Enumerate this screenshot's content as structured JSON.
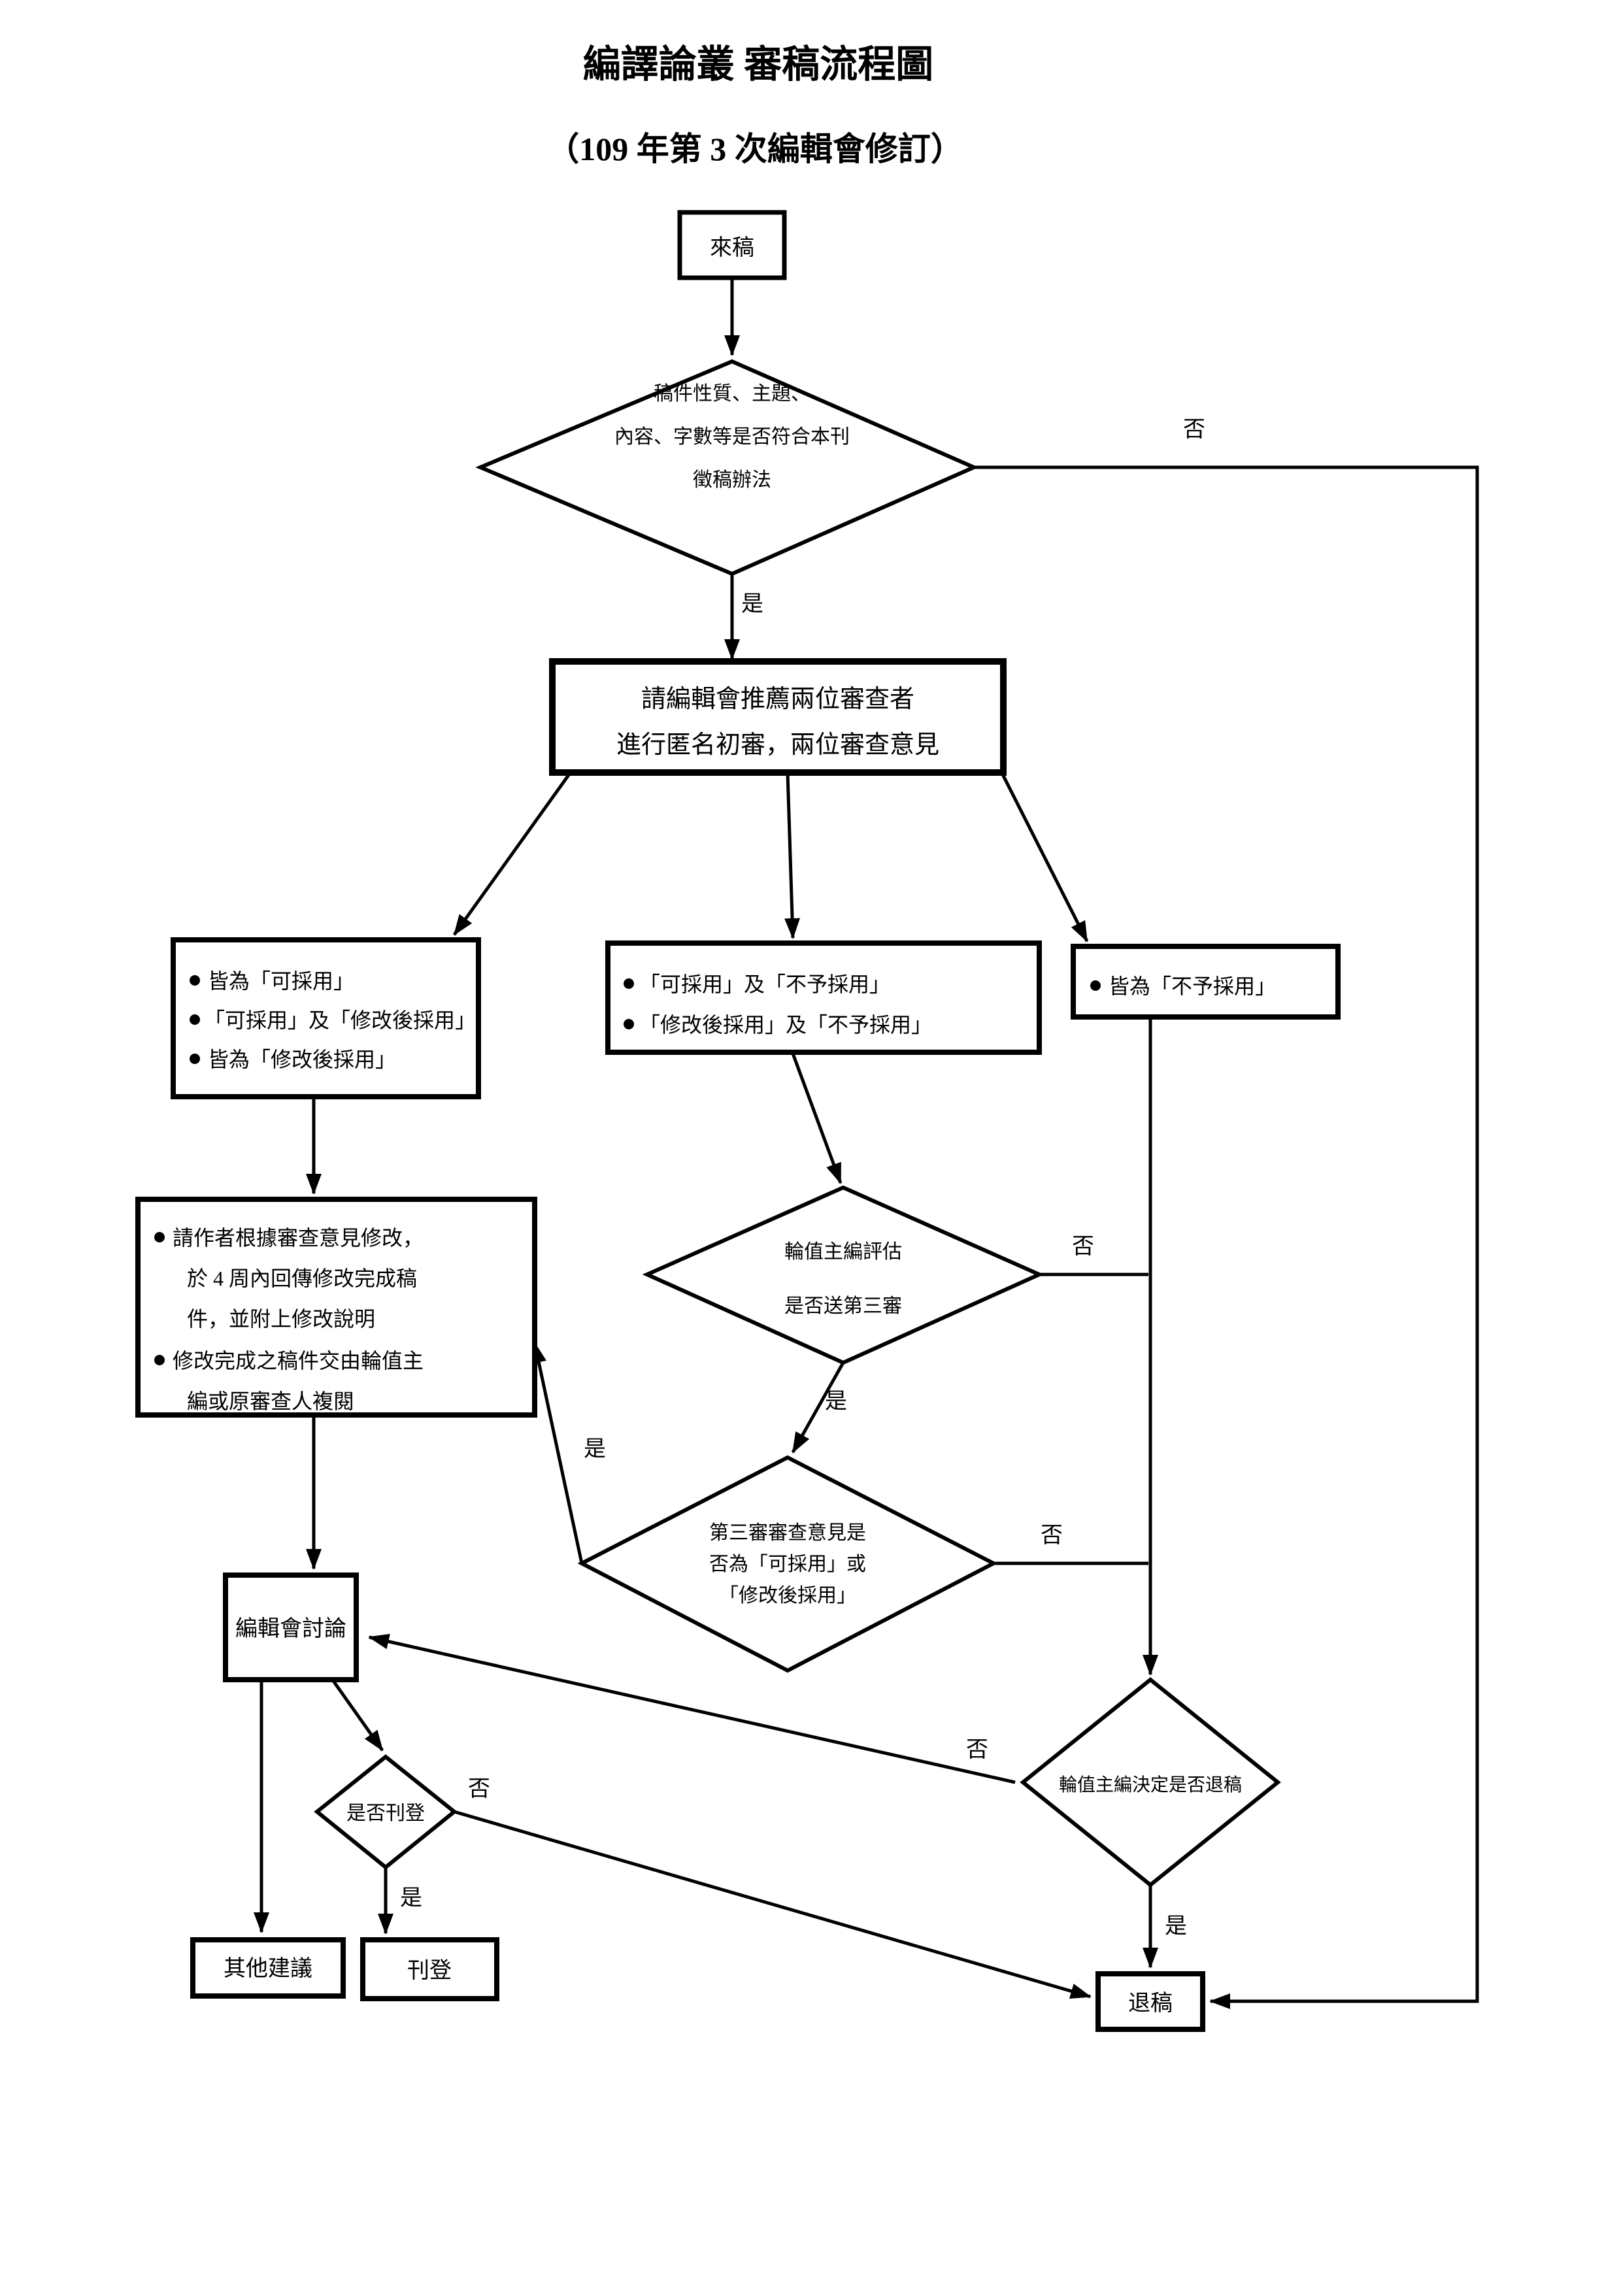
{
  "title": "編譯論叢 審稿流程圖",
  "subtitle": "（109 年第 3 次編輯會修訂）",
  "labels": {
    "yes": "是",
    "no": "否"
  },
  "nodes": {
    "incoming": "來稿",
    "d1_line1": "稿件性質、主題、",
    "d1_line2": "內容、字數等是否符合本刊",
    "d1_line3": "徵稿辦法",
    "assign_line1": "請編輯會推薦兩位審查者",
    "assign_line2": "進行匿名初審，兩位審查意見",
    "left_b1": "皆為「可採用」",
    "left_b2": "「可採用」及「修改後採用」",
    "left_b3": "皆為「修改後採用」",
    "mid_b1": "「可採用」及「不予採用」",
    "mid_b2": "「修改後採用」及「不予採用」",
    "right_b1": "皆為「不予採用」",
    "revise_b1_l1": "請作者根據審查意見修改，",
    "revise_b1_l2": "於 4 周內回傳修改完成稿",
    "revise_b1_l3": "件，並附上修改說明",
    "revise_b2_l1": "修改完成之稿件交由輪值主",
    "revise_b2_l2": "編或原審查人複閱",
    "d2_line1": "輪值主編評估",
    "d2_line2": "是否送第三審",
    "d3_line1": "第三審審查意見是",
    "d3_line2": "否為「可採用」或",
    "d3_line3": "「修改後採用」",
    "committee": "編輯會討論",
    "d4": "是否刊登",
    "d5": "輪值主編決定是否退稿",
    "other": "其他建議",
    "publish": "刊登",
    "reject": "退稿"
  }
}
